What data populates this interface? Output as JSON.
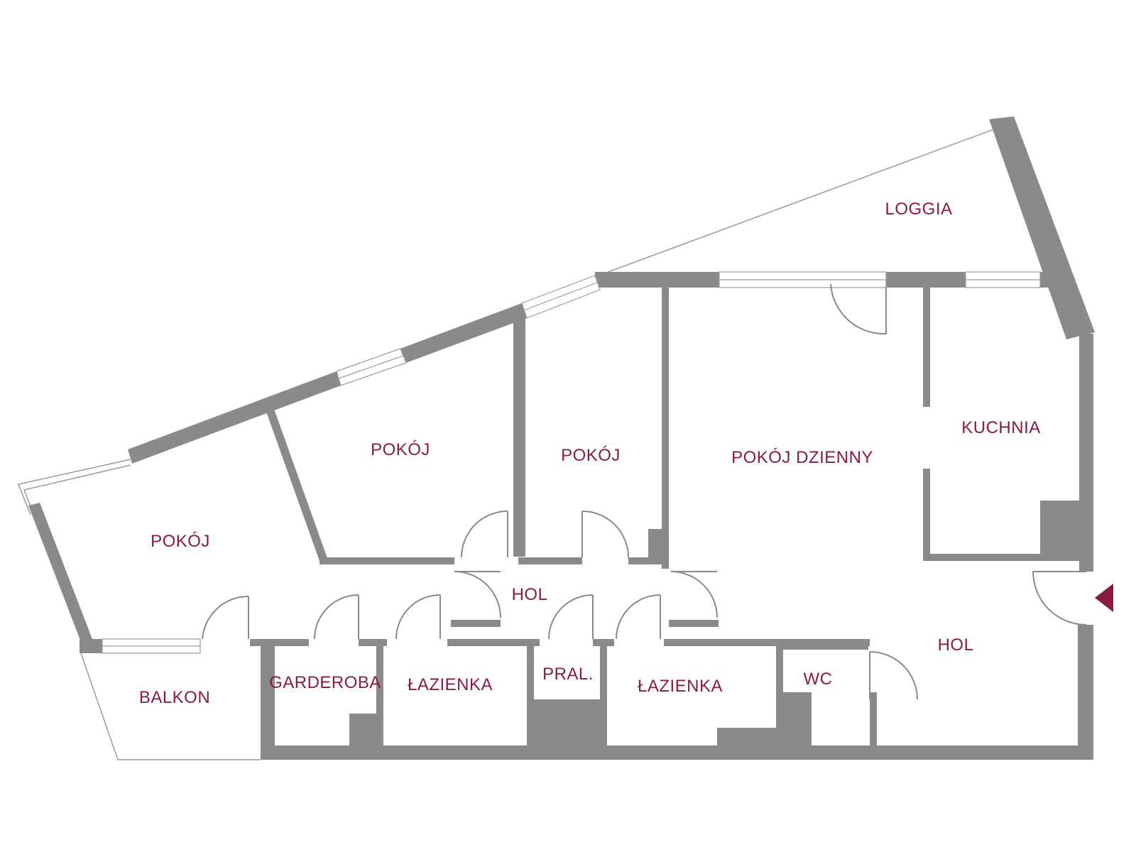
{
  "rooms": {
    "loggia": "LOGGIA",
    "kuchnia": "KUCHNIA",
    "pokoj_dzienny": "POKÓJ DZIENNY",
    "pokoj_middle": "POKÓJ",
    "pokoj_upper": "POKÓJ",
    "pokoj_left": "POKÓJ",
    "hol_center": "HOL",
    "hol_right": "HOL",
    "balkon": "BALKON",
    "garderoba": "GARDEROBA",
    "lazienka_left": "ŁAZIENKA",
    "pralnia": "PRAL.",
    "lazienka_right": "ŁAZIENKA",
    "wc": "WC"
  },
  "colors": {
    "wall": "#8a8a8a",
    "label": "#8b1a42",
    "entrance_marker": "#8b1a42"
  },
  "icons": {
    "entrance": "entrance-arrow-icon"
  }
}
